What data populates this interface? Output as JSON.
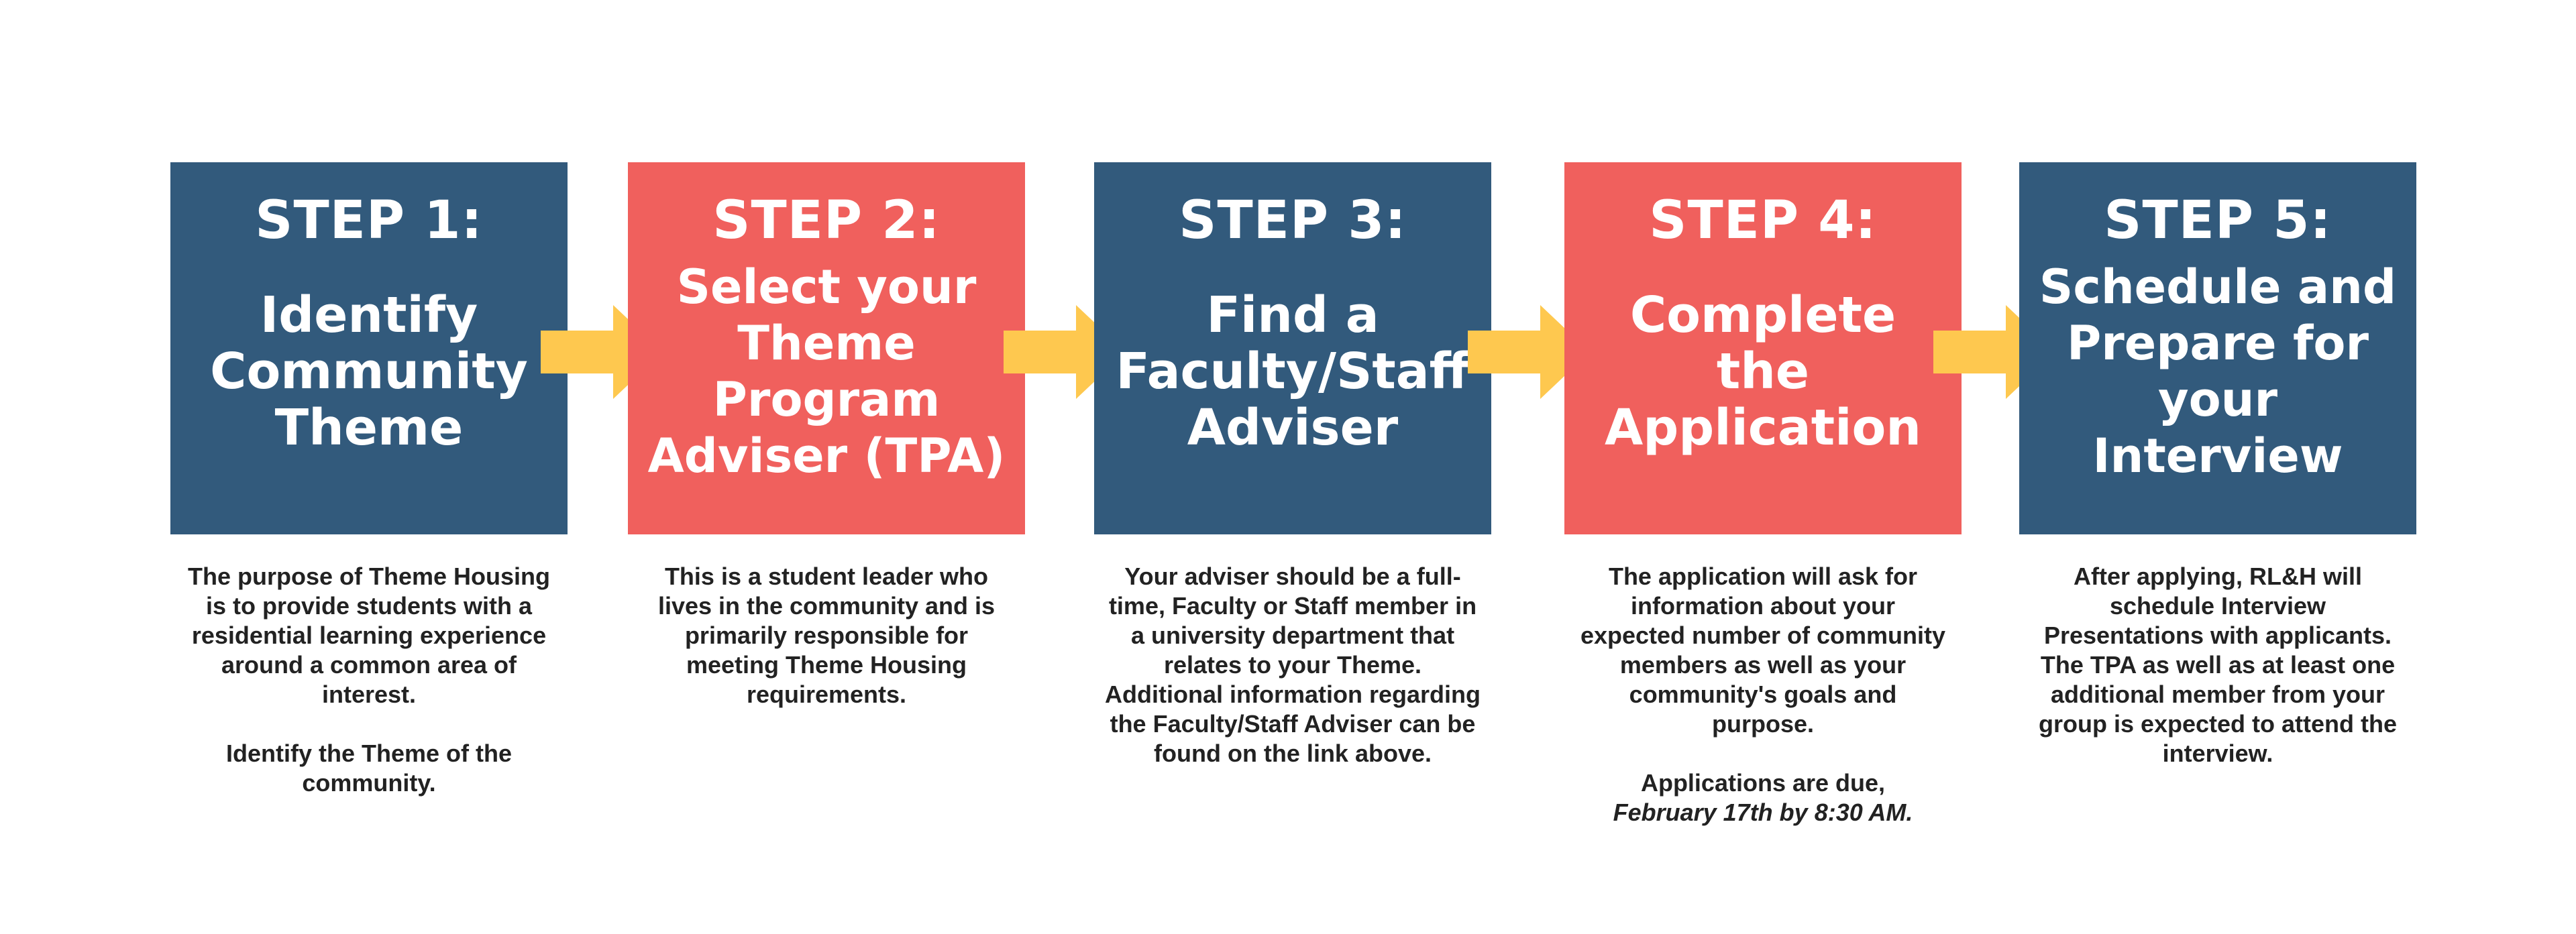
{
  "colors": {
    "blue": "#325a7c",
    "red": "#f0605d",
    "arrow": "#fec84f",
    "text": "#222222"
  },
  "steps": [
    {
      "heading": "STEP 1:",
      "title": "Identify\nCommunity\nTheme",
      "color": "blue",
      "description": [
        "The purpose of Theme Housing is to provide students with a residential learning experience around a common area of interest.",
        "Identify the Theme of the community."
      ]
    },
    {
      "heading": "STEP 2:",
      "title": "Select your\nTheme\nProgram\nAdviser (TPA)",
      "color": "red",
      "description": [
        "This is a student leader who lives in the community and is primarily responsible for meeting Theme Housing requirements."
      ]
    },
    {
      "heading": "STEP 3:",
      "title": "Find a\nFaculty/Staff\nAdviser",
      "color": "blue",
      "description": [
        "Your adviser should be a full-time, Faculty or Staff member in a university department that relates to your Theme. Additional information regarding the Faculty/Staff Adviser can be found on the link above."
      ]
    },
    {
      "heading": "STEP 4:",
      "title": "Complete\nthe\nApplication",
      "color": "red",
      "description": [
        "The application will ask for information about your expected number of community members as well as your community's goals and purpose.",
        "Applications are due,"
      ],
      "deadline": "February 17th by 8:30 AM."
    },
    {
      "heading": "STEP 5:",
      "title": "Schedule and\nPrepare for\nyour\nInterview",
      "color": "blue",
      "description": [
        "After applying, RL&H will schedule Interview Presentations with applicants. The TPA as well as at least one additional member from your group is expected to attend the interview."
      ]
    }
  ]
}
